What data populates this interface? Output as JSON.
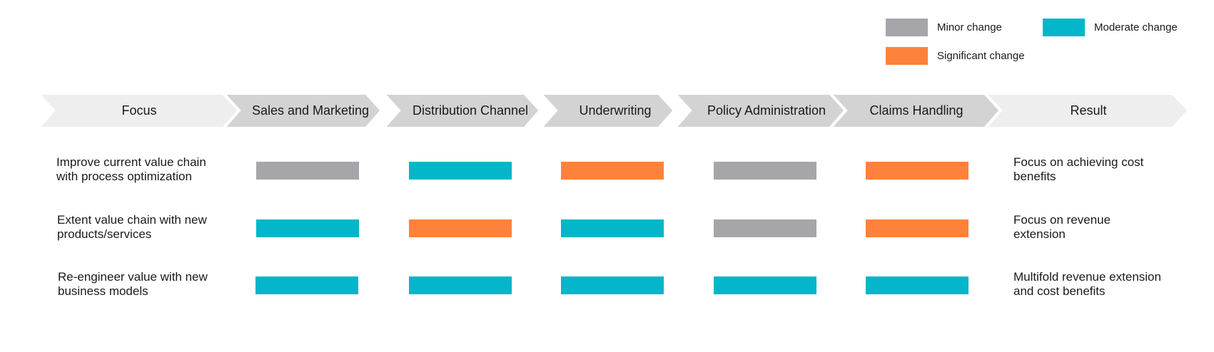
{
  "colors": {
    "minor": "#a6a5aa",
    "moderate": "#03b6c9",
    "significant": "#ff823c",
    "chevron_outer": "#eeeeee",
    "chevron_inner": "#d3d3d3"
  },
  "legend": [
    {
      "key": "minor",
      "label": "Minor change"
    },
    {
      "key": "moderate",
      "label": "Moderate change"
    },
    {
      "key": "significant",
      "label": "Significant change"
    }
  ],
  "header": {
    "focus": "Focus",
    "stages": [
      "Sales and Marketing",
      "Distribution Channel",
      "Underwriting",
      "Policy Administration",
      "Claims Handling"
    ],
    "result": "Result"
  },
  "rows": [
    {
      "focus_lines": [
        "Improve current value chain",
        "with process optimization"
      ],
      "changes": [
        "minor",
        "moderate",
        "significant",
        "minor",
        "significant"
      ],
      "result_lines": [
        "Focus on achieving cost",
        "benefits"
      ]
    },
    {
      "focus_lines": [
        "Extent value chain with new",
        "products/services"
      ],
      "changes": [
        "moderate",
        "significant",
        "moderate",
        "minor",
        "significant"
      ],
      "result_lines": [
        "Focus on revenue",
        "extension"
      ]
    },
    {
      "focus_lines": [
        "Re-engineer value with new",
        "business models"
      ],
      "changes": [
        "moderate",
        "moderate",
        "moderate",
        "moderate",
        "moderate"
      ],
      "result_lines": [
        "Multifold revenue extension",
        "and cost benefits"
      ]
    }
  ]
}
